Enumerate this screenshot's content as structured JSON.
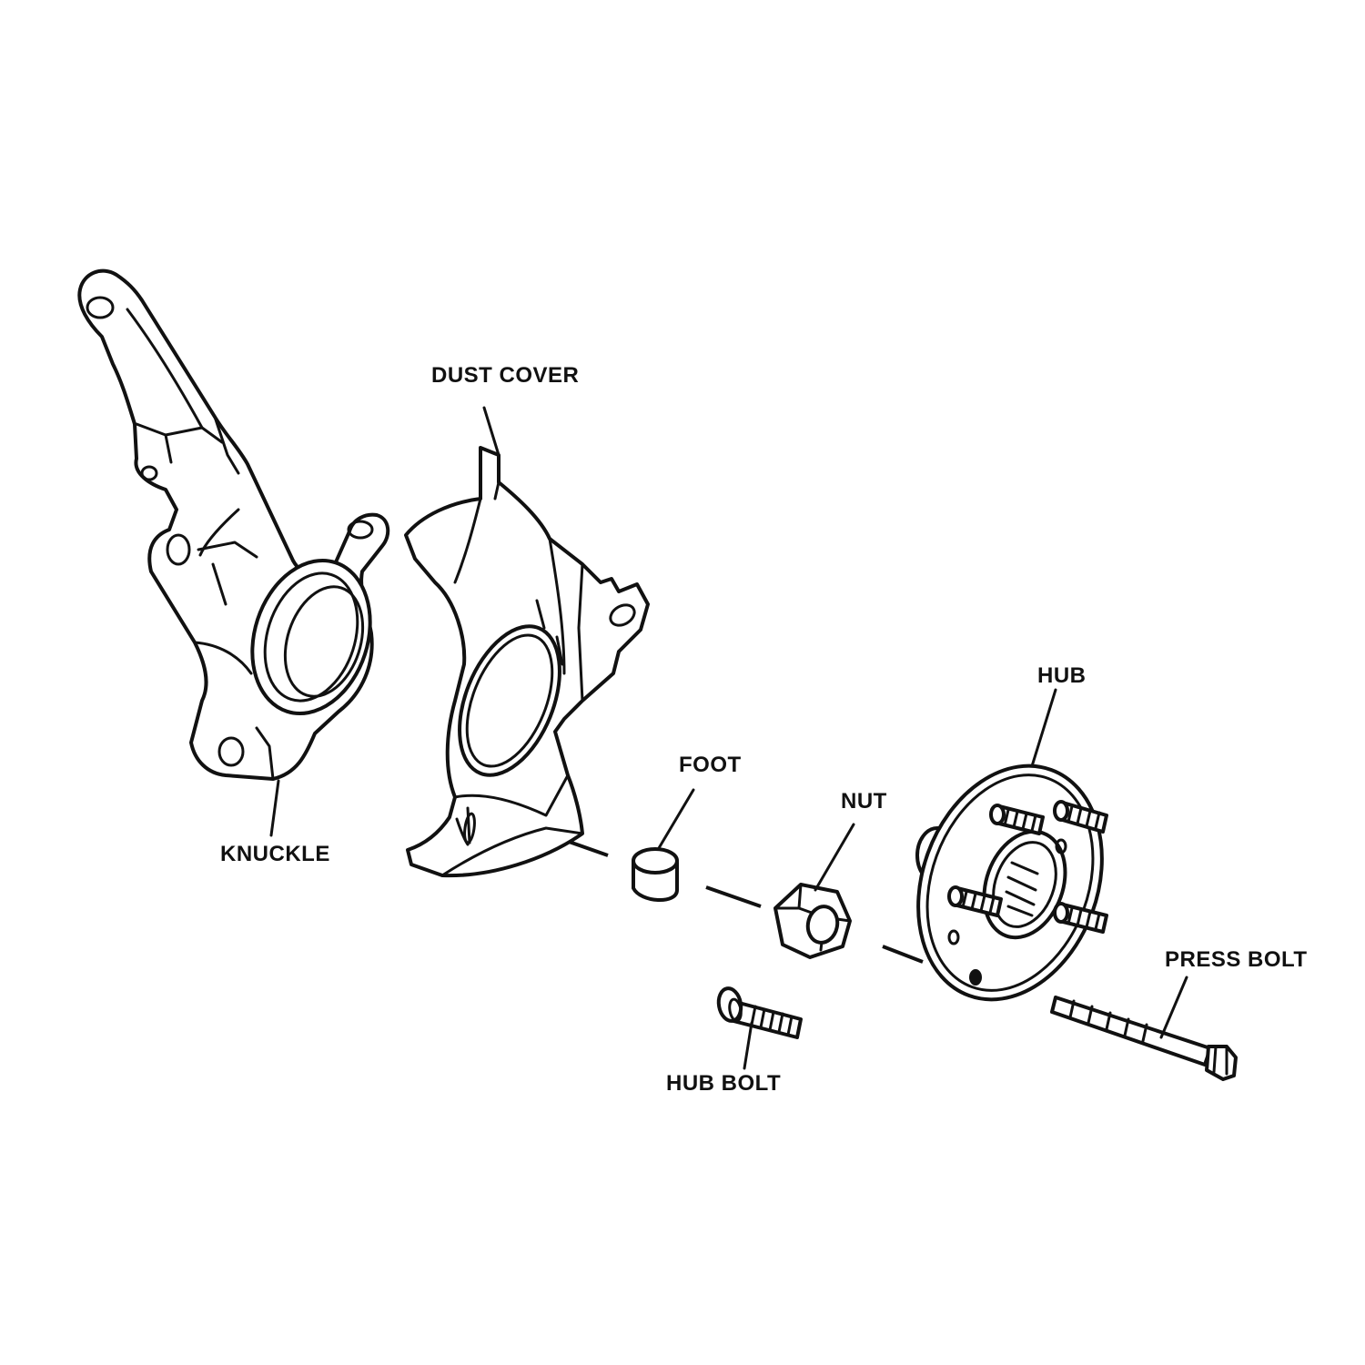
{
  "labels": {
    "knuckle": "KNUCKLE",
    "dust_cover": "DUST COVER",
    "foot": "FOOT",
    "nut": "NUT",
    "hub": "HUB",
    "hub_bolt": "HUB BOLT",
    "press_bolt": "PRESS BOLT"
  },
  "colors": {
    "line": "#111111",
    "background": "#ffffff"
  }
}
